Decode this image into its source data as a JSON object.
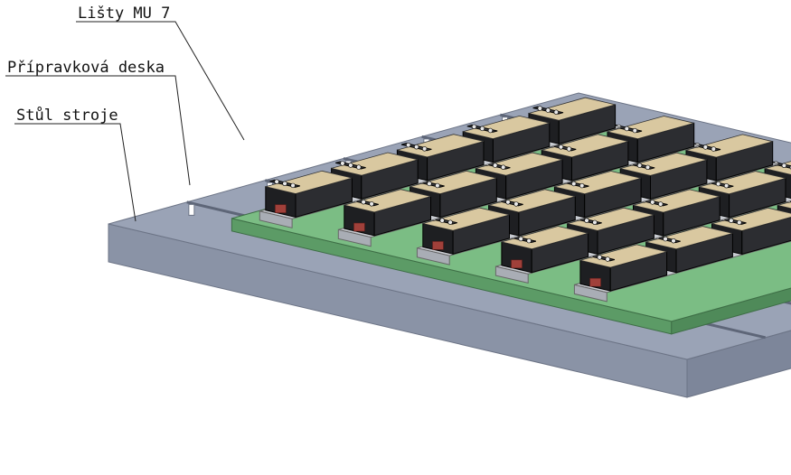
{
  "labels": {
    "lists": "Lišty MU 7",
    "fixture_plate": "Přípravková deska",
    "machine_table": "Stůl stroje"
  },
  "colors": {
    "table_top": "#9aa3b6",
    "table_side": "#8a93a6",
    "table_edge": "#6c7486",
    "plate_top": "#7bbd84",
    "plate_side": "#5c9b66",
    "rail": "#c9ccd2",
    "vise_body": "#d9c8a0",
    "vise_dark": "#1e1f22",
    "red_insert": "#a0403a",
    "leader": "#222222"
  },
  "layout": {
    "rows": 5,
    "cols": 5
  }
}
